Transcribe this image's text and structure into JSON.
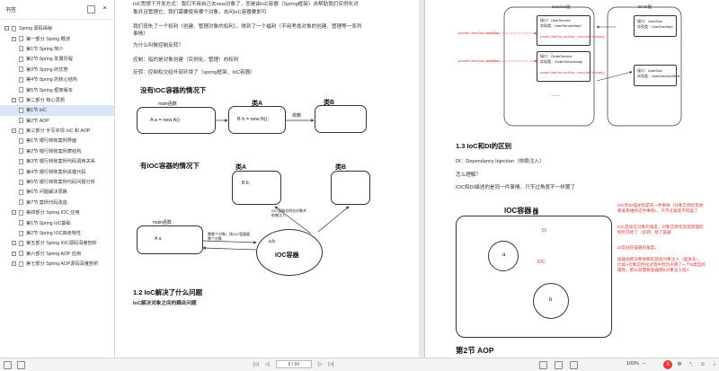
{
  "sidebar": {
    "title": "书签",
    "items": [
      {
        "label": "Spring 源码揭秘",
        "level": 0,
        "toggle": "−"
      },
      {
        "label": "第一部分 Spring 概述",
        "level": 1,
        "toggle": "−"
      },
      {
        "label": "第1节 Spring 简介",
        "level": 2
      },
      {
        "label": "第2节 Spring 发展历程",
        "level": 2
      },
      {
        "label": "第3节 Spring 的优势",
        "level": 2
      },
      {
        "label": "第4节 Spring 的核心结构",
        "level": 2
      },
      {
        "label": "第5节 Spring 框架版本",
        "level": 2
      },
      {
        "label": "第二部分 核心思想",
        "level": 1,
        "toggle": "−"
      },
      {
        "label": "第1节 IoC",
        "level": 2,
        "selected": true
      },
      {
        "label": "第2节 AOP",
        "level": 2
      },
      {
        "label": "第三部分 手写实现 IoC 和 AOP",
        "level": 1,
        "toggle": "−"
      },
      {
        "label": "第1节 银行转账案例界面",
        "level": 2
      },
      {
        "label": "第2节 银行转账案例表结构",
        "level": 2
      },
      {
        "label": "第3节 银行转账案例代码调用关系",
        "level": 2
      },
      {
        "label": "第4节 银行转账案例关键代码",
        "level": 2
      },
      {
        "label": "第5节 银行转账案例代码问题分析",
        "level": 2
      },
      {
        "label": "第6节 问题解决思路",
        "level": 2
      },
      {
        "label": "第7节 案例代码改造",
        "level": 2
      },
      {
        "label": "第四部分 Spring IOC 应用",
        "level": 1,
        "toggle": "−"
      },
      {
        "label": "第1节 Spring IoC基础",
        "level": 2
      },
      {
        "label": "第2节 Spring IOC高级特性",
        "level": 2
      },
      {
        "label": "第五部分 Spring IOC源码深度剖析",
        "level": 1,
        "toggle": "+"
      },
      {
        "label": "第六部分 Spring AOP 应用",
        "level": 1,
        "toggle": "+"
      },
      {
        "label": "第七部分 Spring AOP源码深度剖析",
        "level": 1,
        "toggle": "+"
      }
    ]
  },
  "left_page": {
    "intro_line1": "IoC思想下开发方式：我们不用自己去new对象了，而是由IoC容器（Spring框架）去帮助我们实例化对",
    "intro_line2": "象并且管理它，我们需要使用哪个对象，去问IoC容器要即可",
    "line3": "我们丧失了一个权利（创建、管理对象的权利），得到了一个福利（不用考虑对象的创建、管理等一系列",
    "line4": "事情）",
    "q_why": "为什么叫做控制反转？",
    "control": "控制：指的是对象创建（实例化、管理）的权利",
    "reverse": "反转：控制权交给外部环境了（spring框架、IoC容器）",
    "diagram1": {
      "title": "没有IOC容器的情况下",
      "main_label": "main函数",
      "main_code": "A  a = new A()",
      "classA_title": "类A",
      "classA_code": "B b = new B();",
      "depend": "依赖",
      "classB_title": "类B"
    },
    "diagram2": {
      "title": "有IOC容器的情况下",
      "classA_title": "类A",
      "classA_code": "B b;",
      "classB_title": "类B",
      "note_inject": "IOC容器实例化对象并依赖注入",
      "main_label": "main函数",
      "main_code": "A a",
      "note_get": "需哪个对象，找IOC容器要哪个对象",
      "ab": "a,b",
      "container": "IOC容器"
    },
    "sec12": "1.2 IoC解决了什么问题",
    "sec12_body": "IoC解决对象之间的耦合问题"
  },
  "right_page": {
    "top_diagram": {
      "service_layer": "Service层",
      "dao_layer": "DAO层",
      "svc1_iface": "接口：UserService",
      "svc1_impl": "实现类：UserServiceImpl",
      "svc1_code": "private UserDao userDao = new UserDaoImpl();",
      "svc2_iface": "接口：OrderService",
      "svc2_impl": "实现类：OrderServiceImpl",
      "svc2_code": "private UserDao userDao = new UserDaoImpl();",
      "dao1_iface": "接口：UserDao",
      "dao1_impl": "实现类：UserDaoImpl",
      "dao2_iface": "接口：UserDao",
      "dao2_impl": "实现类：UserDaoImplNew",
      "left_code1": "private UserDao userDao;",
      "left_code2": "private UserDao userDao;",
      "dots": "……"
    },
    "sec13": "1.3 IoC和DI的区别",
    "di_def": "DI：Dependancy Injection（依赖注入）",
    "how": "怎么理解？",
    "desc": "IOC和DI描述的是同一件事情，只不过角度不一样罢了",
    "diagram3": {
      "title": "IOC容器",
      "di": "DI",
      "ioc": "IOC",
      "a": "a",
      "b": "b"
    },
    "notes": [
      "IOC和DI描述的是同一件事情（对象实例化及依赖关系维护这件事情），只不过角度不同罢了",
      "IOC是站在对象的角度，对象实例化及其管理的权利交给了（反转）给了容器",
      "DI是站在容器的角度，",
      "容器会把对象依赖的其他对象注入（送进去），比如A对象实例化过程中因为声明了一个B类型的属性，那么就需要容器把B对象注入给A"
    ],
    "sec_cut": "第2节 AOP"
  },
  "bottom": {
    "page_indicator": "8 / 94",
    "zoom": "100%"
  }
}
